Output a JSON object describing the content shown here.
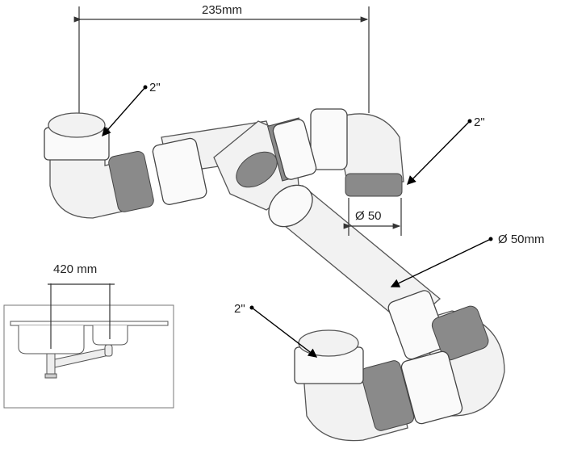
{
  "dimensions": {
    "top_width": "235mm",
    "outlet_diameter": "Ø 50",
    "pipe_diameter": "Ø 50mm",
    "sink_spacing": "420 mm"
  },
  "connections": {
    "top_left": "2\"",
    "right_outlet": "2\"",
    "bottom_left": "2\""
  }
}
